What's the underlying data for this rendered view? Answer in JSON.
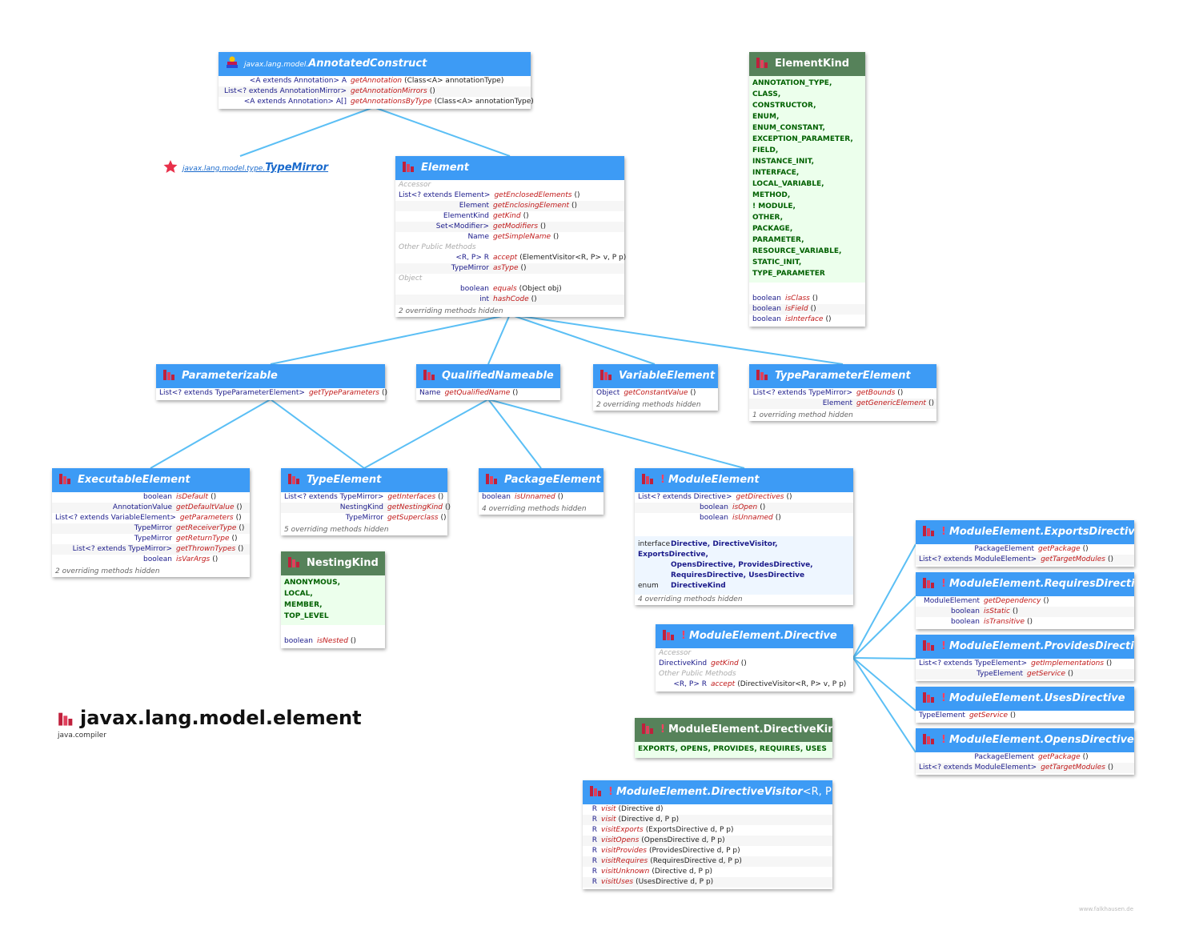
{
  "colors": {
    "header_blue": "#3d9bf5",
    "header_green": "#56825a",
    "method_red": "#c01818",
    "type_blue": "#1a1a8a",
    "enum_green": "#006000",
    "edge": "#5bbff5"
  },
  "page": {
    "title": "javax.lang.model.element",
    "module": "java.compiler",
    "credit": "www.falkhausen.de"
  },
  "annotated_construct": {
    "package": "javax.lang.model.",
    "name": "AnnotatedConstruct",
    "icon": "stack-icon",
    "rows": [
      {
        "type": "<A extends Annotation> A",
        "method": "getAnnotation",
        "params": "(Class<A> annotationType)"
      },
      {
        "type": "List<? extends AnnotationMirror>",
        "method": "getAnnotationMirrors",
        "params": "()"
      },
      {
        "type": "<A extends Annotation> A[]",
        "method": "getAnnotationsByType",
        "params": "(Class<A> annotationType)"
      }
    ]
  },
  "type_mirror_link": {
    "package": "javax.lang.model.type.",
    "name": "TypeMirror",
    "icon": "star-icon"
  },
  "element": {
    "name": "Element",
    "sections": [
      {
        "label": "Accessor",
        "rows": [
          {
            "type": "List<? extends Element>",
            "method": "getEnclosedElements",
            "params": "()"
          },
          {
            "type": "Element",
            "method": "getEnclosingElement",
            "params": "()"
          },
          {
            "type": "ElementKind",
            "method": "getKind",
            "params": "()"
          },
          {
            "type": "Set<Modifier>",
            "method": "getModifiers",
            "params": "()"
          },
          {
            "type": "Name",
            "method": "getSimpleName",
            "params": "()"
          }
        ]
      },
      {
        "label": "Other Public Methods",
        "rows": [
          {
            "type": "<R, P> R",
            "method": "accept",
            "params": "(ElementVisitor<R, P> v, P p)"
          },
          {
            "type": "TypeMirror",
            "method": "asType",
            "params": "()"
          }
        ]
      },
      {
        "label": "Object",
        "rows": [
          {
            "type": "boolean",
            "method": "equals",
            "params": "(Object obj)"
          },
          {
            "type": "int",
            "method": "hashCode",
            "params": "()"
          }
        ]
      }
    ],
    "hidden": "2 overriding methods hidden"
  },
  "element_kind": {
    "name": "ElementKind",
    "constants": [
      "ANNOTATION_TYPE,",
      "CLASS,",
      "CONSTRUCTOR,",
      "ENUM,",
      "ENUM_CONSTANT,",
      "EXCEPTION_PARAMETER,",
      "FIELD,",
      "INSTANCE_INIT,",
      "INTERFACE,",
      "LOCAL_VARIABLE,",
      "METHOD,",
      "! MODULE,",
      "OTHER,",
      "PACKAGE,",
      "PARAMETER,",
      "RESOURCE_VARIABLE,",
      "STATIC_INIT,",
      "TYPE_PARAMETER"
    ],
    "rows": [
      {
        "type": "boolean",
        "method": "isClass",
        "params": "()"
      },
      {
        "type": "boolean",
        "method": "isField",
        "params": "()"
      },
      {
        "type": "boolean",
        "method": "isInterface",
        "params": "()"
      }
    ]
  },
  "parameterizable": {
    "name": "Parameterizable",
    "rows": [
      {
        "type": "List<? extends TypeParameterElement>",
        "method": "getTypeParameters",
        "params": "()"
      }
    ]
  },
  "qualified_nameable": {
    "name": "QualifiedNameable",
    "rows": [
      {
        "type": "Name",
        "method": "getQualifiedName",
        "params": "()"
      }
    ]
  },
  "variable_element": {
    "name": "VariableElement",
    "rows": [
      {
        "type": "Object",
        "method": "getConstantValue",
        "params": "()"
      }
    ],
    "hidden": "2 overriding methods hidden"
  },
  "type_parameter_element": {
    "name": "TypeParameterElement",
    "rows": [
      {
        "type": "List<? extends TypeMirror>",
        "method": "getBounds",
        "params": "()"
      },
      {
        "type": "Element",
        "method": "getGenericElement",
        "params": "()"
      }
    ],
    "hidden": "1 overriding method hidden"
  },
  "executable_element": {
    "name": "ExecutableElement",
    "rows": [
      {
        "type": "boolean",
        "method": "isDefault",
        "params": "()"
      },
      {
        "type": "AnnotationValue",
        "method": "getDefaultValue",
        "params": "()"
      },
      {
        "type": "List<? extends VariableElement>",
        "method": "getParameters",
        "params": "()"
      },
      {
        "type": "TypeMirror",
        "method": "getReceiverType",
        "params": "()"
      },
      {
        "type": "TypeMirror",
        "method": "getReturnType",
        "params": "()"
      },
      {
        "type": "List<? extends TypeMirror>",
        "method": "getThrownTypes",
        "params": "()"
      },
      {
        "type": "boolean",
        "method": "isVarArgs",
        "params": "()"
      }
    ],
    "hidden": "2 overriding methods hidden"
  },
  "type_element": {
    "name": "TypeElement",
    "rows": [
      {
        "type": "List<? extends TypeMirror>",
        "method": "getInterfaces",
        "params": "()"
      },
      {
        "type": "NestingKind",
        "method": "getNestingKind",
        "params": "()"
      },
      {
        "type": "TypeMirror",
        "method": "getSuperclass",
        "params": "()"
      }
    ],
    "hidden": "5 overriding methods hidden"
  },
  "package_element": {
    "name": "PackageElement",
    "rows": [
      {
        "type": "boolean",
        "method": "isUnnamed",
        "params": "()"
      }
    ],
    "hidden": "4 overriding methods hidden"
  },
  "module_element": {
    "name": "ModuleElement",
    "flag": "!",
    "rows": [
      {
        "type": "List<? extends Directive>",
        "method": "getDirectives",
        "params": "()"
      },
      {
        "type": "boolean",
        "method": "isOpen",
        "params": "()"
      },
      {
        "type": "boolean",
        "method": "isUnnamed",
        "params": "()"
      }
    ],
    "inner_lines": [
      {
        "kw": "interface",
        "names": "Directive, DirectiveVisitor, ExportsDirective,"
      },
      {
        "kw": "",
        "names": "OpensDirective, ProvidesDirective,"
      },
      {
        "kw": "",
        "names": "RequiresDirective, UsesDirective"
      },
      {
        "kw": "enum",
        "names": "DirectiveKind"
      }
    ],
    "hidden": "4 overriding methods hidden"
  },
  "nesting_kind": {
    "name": "NestingKind",
    "constants": [
      "ANONYMOUS,",
      "LOCAL,",
      "MEMBER,",
      "TOP_LEVEL"
    ],
    "rows": [
      {
        "type": "boolean",
        "method": "isNested",
        "params": "()"
      }
    ]
  },
  "directive": {
    "name": "ModuleElement.Directive",
    "flag": "!",
    "sections": [
      {
        "label": "Accessor",
        "rows": [
          {
            "type": "DirectiveKind",
            "method": "getKind",
            "params": "()"
          }
        ]
      },
      {
        "label": "Other Public Methods",
        "rows": [
          {
            "type": "<R, P> R",
            "method": "accept",
            "params": "(DirectiveVisitor<R, P> v, P p)"
          }
        ]
      }
    ]
  },
  "directive_kind": {
    "name": "ModuleElement.DirectiveKind",
    "flag": "!",
    "constants": [
      "EXPORTS, OPENS, PROVIDES, REQUIRES, USES"
    ]
  },
  "directive_visitor": {
    "name": "ModuleElement.DirectiveVisitor",
    "generic": "<R, P>",
    "flag": "!",
    "rows": [
      {
        "type": "R",
        "method": "visit",
        "params": "(Directive d)"
      },
      {
        "type": "R",
        "method": "visit",
        "params": "(Directive d, P p)"
      },
      {
        "type": "R",
        "method": "visitExports",
        "params": "(ExportsDirective d, P p)"
      },
      {
        "type": "R",
        "method": "visitOpens",
        "params": "(OpensDirective d, P p)"
      },
      {
        "type": "R",
        "method": "visitProvides",
        "params": "(ProvidesDirective d, P p)"
      },
      {
        "type": "R",
        "method": "visitRequires",
        "params": "(RequiresDirective d, P p)"
      },
      {
        "type": "R",
        "method": "visitUnknown",
        "params": "(Directive d, P p)"
      },
      {
        "type": "R",
        "method": "visitUses",
        "params": "(UsesDirective d, P p)"
      }
    ]
  },
  "exports_directive": {
    "name": "ModuleElement.ExportsDirective",
    "flag": "!",
    "rows": [
      {
        "type": "PackageElement",
        "method": "getPackage",
        "params": "()"
      },
      {
        "type": "List<? extends ModuleElement>",
        "method": "getTargetModules",
        "params": "()"
      }
    ]
  },
  "requires_directive": {
    "name": "ModuleElement.RequiresDirective",
    "flag": "!",
    "rows": [
      {
        "type": "ModuleElement",
        "method": "getDependency",
        "params": "()"
      },
      {
        "type": "boolean",
        "method": "isStatic",
        "params": "()"
      },
      {
        "type": "boolean",
        "method": "isTransitive",
        "params": "()"
      }
    ]
  },
  "provides_directive": {
    "name": "ModuleElement.ProvidesDirective",
    "flag": "!",
    "rows": [
      {
        "type": "List<? extends TypeElement>",
        "method": "getImplementations",
        "params": "()"
      },
      {
        "type": "TypeElement",
        "method": "getService",
        "params": "()"
      }
    ]
  },
  "uses_directive": {
    "name": "ModuleElement.UsesDirective",
    "flag": "!",
    "rows": [
      {
        "type": "TypeElement",
        "method": "getService",
        "params": "()"
      }
    ]
  },
  "opens_directive": {
    "name": "ModuleElement.OpensDirective",
    "flag": "!",
    "rows": [
      {
        "type": "PackageElement",
        "method": "getPackage",
        "params": "()"
      },
      {
        "type": "List<? extends ModuleElement>",
        "method": "getTargetModules",
        "params": "()"
      }
    ]
  }
}
